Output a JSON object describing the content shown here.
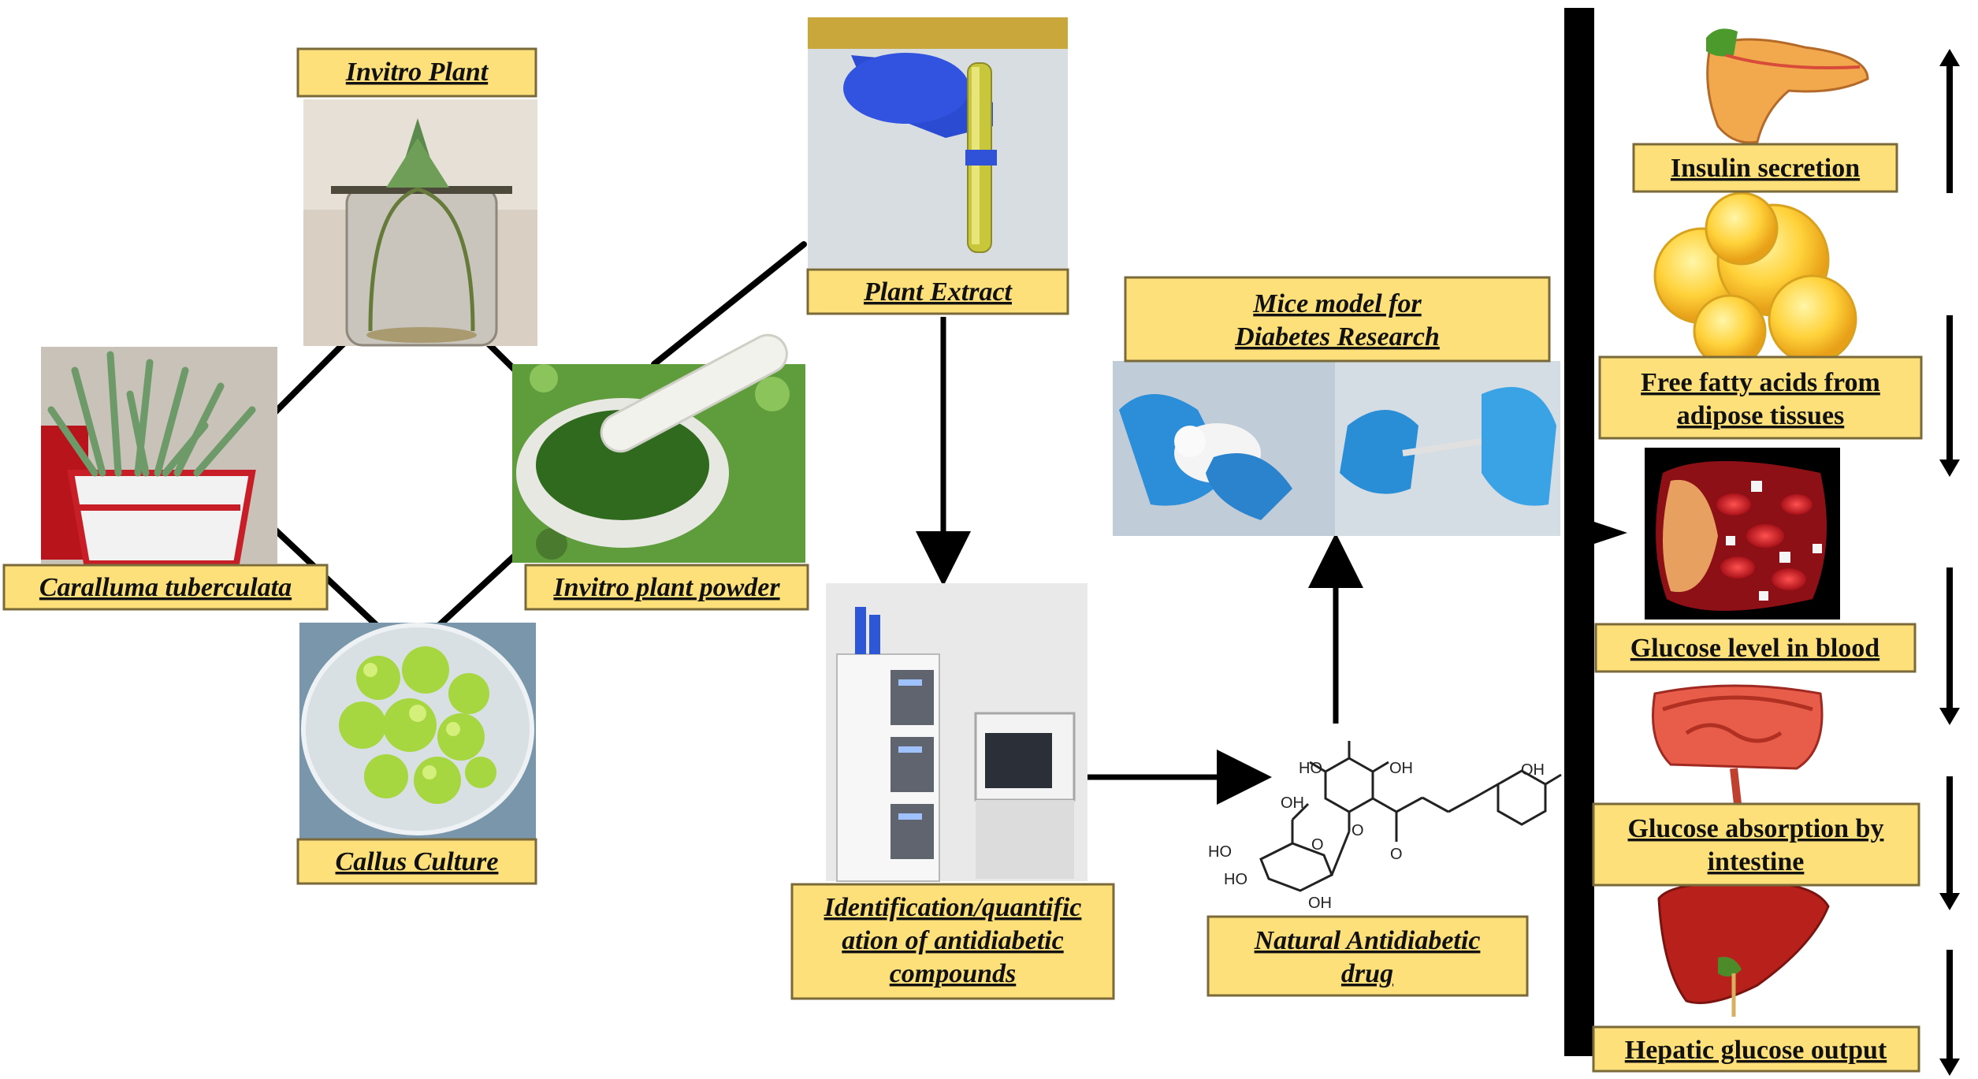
{
  "colors": {
    "label_fill": "#fde07a",
    "label_border": "#7a6a3a",
    "arrow": "#000000"
  },
  "labels": {
    "invitro_plant": "Invitro Plant",
    "plant_extract": "Plant Extract",
    "caralluma": "Caralluma tuberculata",
    "invitro_powder": "Invitro plant powder",
    "callus_culture": "Callus Culture",
    "identification_line1": "Identification/quantific",
    "identification_line2": "ation of antidiabetic",
    "identification_line3": "compounds",
    "mice_line1": "Mice model for",
    "mice_line2": "Diabetes Research",
    "natural_drug_line1": "Natural Antidiabetic",
    "natural_drug_line2": "drug",
    "insulin": "Insulin secretion",
    "ffa_line1": "Free fatty acids from",
    "ffa_line2": "adipose tissues",
    "glucose_blood": "Glucose level in blood",
    "absorption_line1": "Glucose absorption by",
    "absorption_line2": "intestine",
    "hepatic": "Hepatic glucose output"
  },
  "chemical_labels": {
    "ho_top": "HO",
    "oh_top": "OH",
    "oh_right": "OH",
    "oh_sugar": "OH",
    "ho_sugar1": "HO",
    "ho_sugar2": "HO",
    "oh_bottom": "OH",
    "o_ring": "O",
    "o_link": "O",
    "o_keto": "O"
  },
  "effects": {
    "insulin": "up",
    "ffa": "down",
    "glucose_blood": "down",
    "absorption": "down",
    "hepatic": "down"
  },
  "icons": [
    "invitro-plant-photo",
    "plant-extract-tube-photo",
    "caralluma-pot-photo",
    "mortar-pestle-powder-photo",
    "callus-petri-dish-photo",
    "hplc-instrument-photo",
    "mice-injection-photo",
    "phlorizin-structure",
    "pancreas-icon",
    "adipose-cells-icon",
    "blood-vessel-icon",
    "intestine-icon",
    "liver-icon"
  ]
}
